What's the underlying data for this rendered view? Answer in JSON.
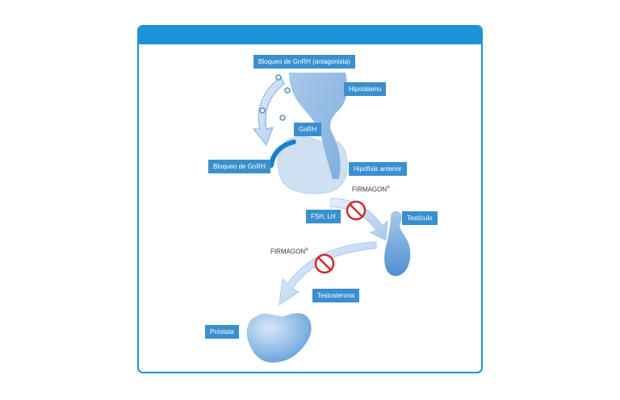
{
  "labels": {
    "gnrh_blockade_antagonist": "Bloqueo de GnRH (antagonista)",
    "hypothalamus": "Hipotálamo",
    "gnrh": "GnRH",
    "gnrh_blockade": "Bloqueo de GnRH",
    "anterior_pituitary": "Hipófisis anterior",
    "fsh_lh": "FSH, LH",
    "testicle": "Testículo",
    "testosterone": "Testosterona",
    "prostate": "Próstata"
  },
  "firmagon_top": {
    "name": "FIRMAGON",
    "mark": "®"
  },
  "firmagon_bottom": {
    "name": "FIRMAGON",
    "mark": "®"
  },
  "colors": {
    "frame": "#1c93d6",
    "label_bg": "#3a8fd0",
    "organ_light": "#cfe0f2",
    "organ_mid": "#8fb9e3",
    "organ_dark": "#4a8fd0",
    "arrow": "#c9dff3",
    "block_sign": "#d4282d"
  },
  "icons": [
    "blocked-sign-icon",
    "curved-arrow-icon",
    "receptor-dots-icon"
  ]
}
